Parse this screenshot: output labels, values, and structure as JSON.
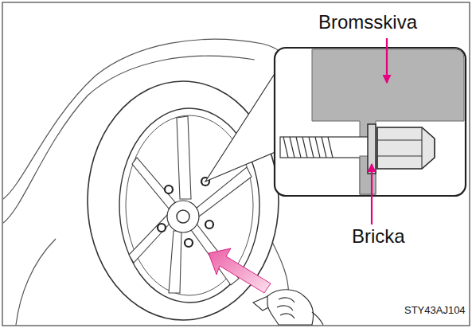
{
  "diagram": {
    "labels": [
      "Bromsskiva",
      "Bricka",
      "STY43AJ104"
    ]
  }
}
